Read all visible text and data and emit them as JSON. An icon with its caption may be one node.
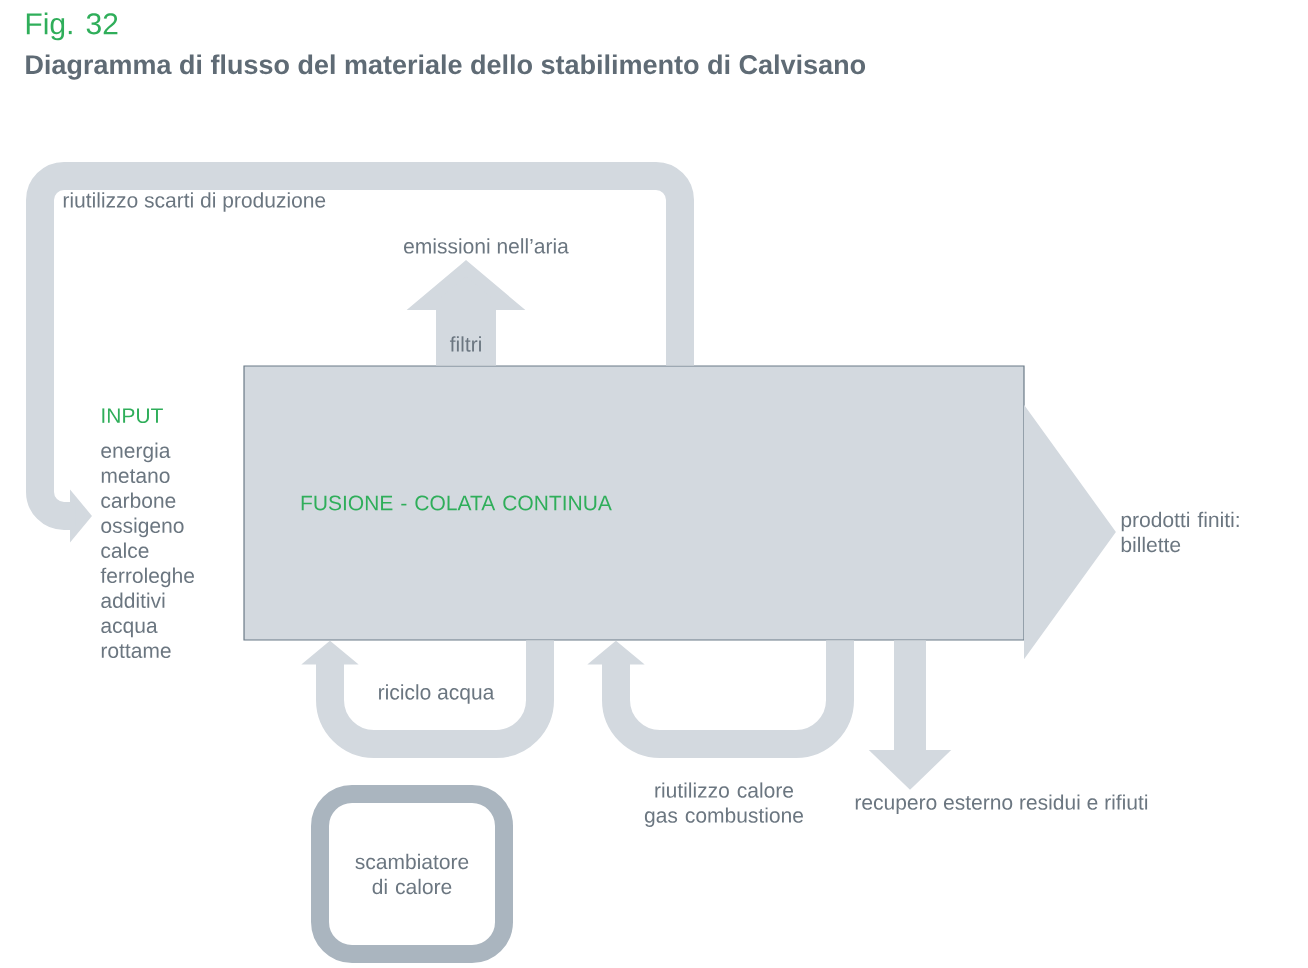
{
  "diagram": {
    "title": "Diagramma di flusso del materiale dello stabilimento di Calvisano",
    "nodes": [
      {
        "text": [
          "INPUT",
          "energia metano carbone ossigeno calce ferroleghe additivi acqua rottame"
        ]
      },
      {
        "text": [
          "FUSIONE - COLATA CONTINUA"
        ]
      },
      {
        "text": [
          "emissioni nell’aria"
        ]
      },
      {
        "text": [
          "prodotti finiti: billette"
        ]
      },
      {
        "text": [
          "recupero esterno residui e rifiuti"
        ]
      },
      {
        "text": [
          "scambiatore di calore"
        ]
      }
    ],
    "edges": [
      {
        "from": 1,
        "to": 0,
        "arrow": "to",
        "label": "riutilizzo scarti di produzione"
      },
      {
        "from": 1,
        "to": 2,
        "arrow": "to",
        "label": "filtri",
        "style": "thick"
      },
      {
        "from": 1,
        "to": 3,
        "arrow": "to",
        "style": "thick"
      },
      {
        "from": 1,
        "to": 1,
        "arrow": "to",
        "label": "riciclo acqua"
      },
      {
        "from": 1,
        "to": 1,
        "arrow": "to",
        "label": "riutilizzo calore gas combustione"
      },
      {
        "from": 1,
        "to": 4,
        "arrow": "to"
      }
    ],
    "labels": [
      "Fig. 32"
    ]
  }
}
